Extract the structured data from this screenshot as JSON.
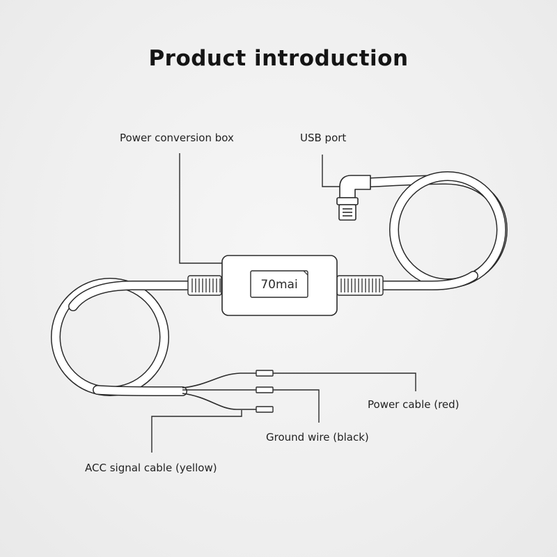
{
  "title": "Product introduction",
  "brand": "70mai",
  "labels": {
    "power_conversion_box": "Power conversion box",
    "usb_port": "USB port",
    "power_cable": "Power cable (red)",
    "ground_wire": "Ground wire (black)",
    "acc_signal_cable": "ACC signal cable (yellow)"
  },
  "colors": {
    "line": "#2a2a2a",
    "cable_fill": "#ffffff",
    "text": "#1a1a1a"
  }
}
